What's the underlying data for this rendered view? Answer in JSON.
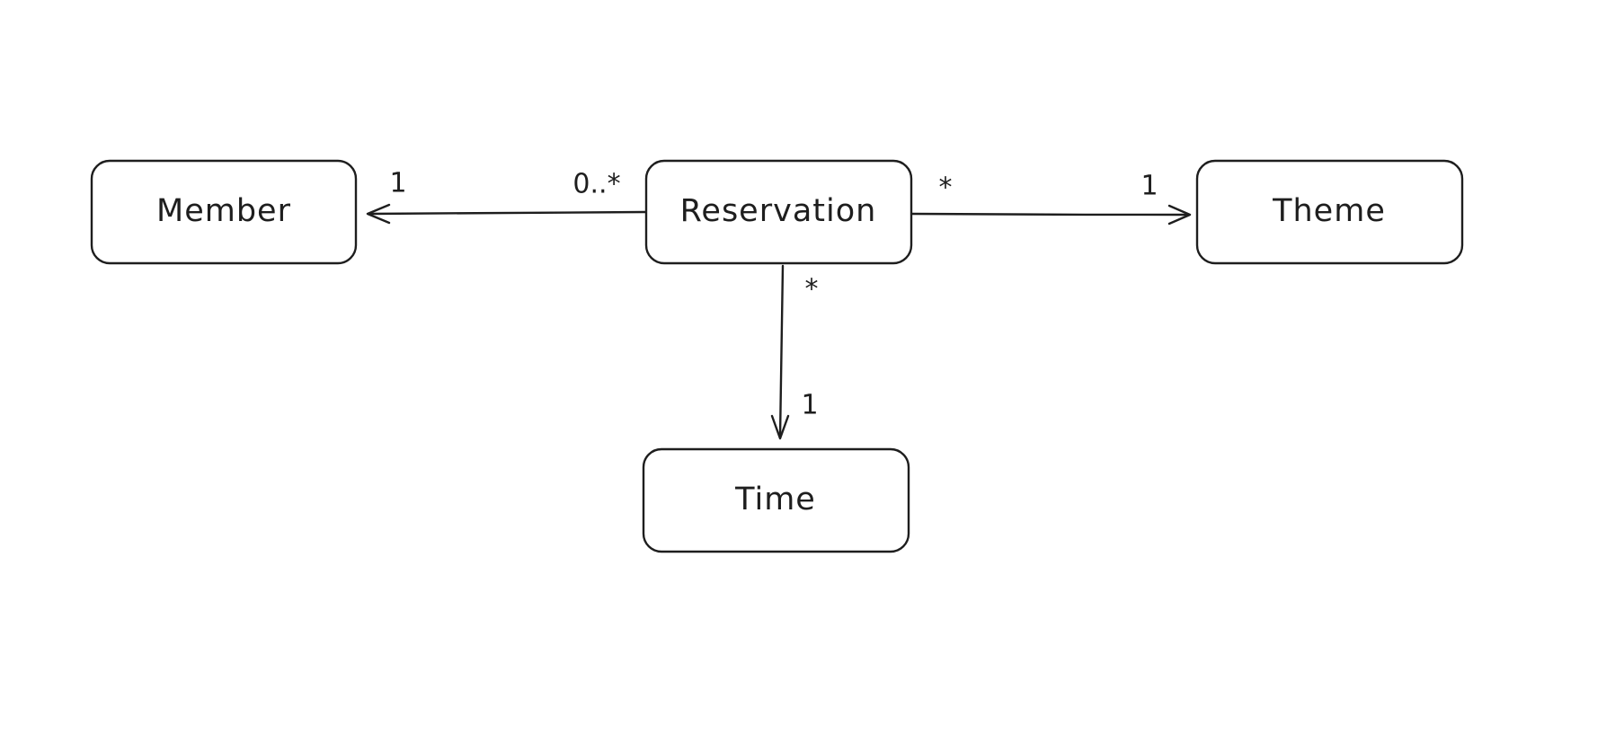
{
  "colors": {
    "background": "#ffffff",
    "stroke": "#1e1e1e"
  },
  "nodes": {
    "member": {
      "label": "Member"
    },
    "reservation": {
      "label": "Reservation"
    },
    "theme": {
      "label": "Theme"
    },
    "time": {
      "label": "Time"
    }
  },
  "edges": {
    "reservation_member": {
      "from": "Reservation",
      "to": "Member",
      "from_mult": "0..*",
      "to_mult": "1"
    },
    "reservation_theme": {
      "from": "Reservation",
      "to": "Theme",
      "from_mult": "*",
      "to_mult": "1"
    },
    "reservation_time": {
      "from": "Reservation",
      "to": "Time",
      "from_mult": "*",
      "to_mult": "1"
    }
  }
}
